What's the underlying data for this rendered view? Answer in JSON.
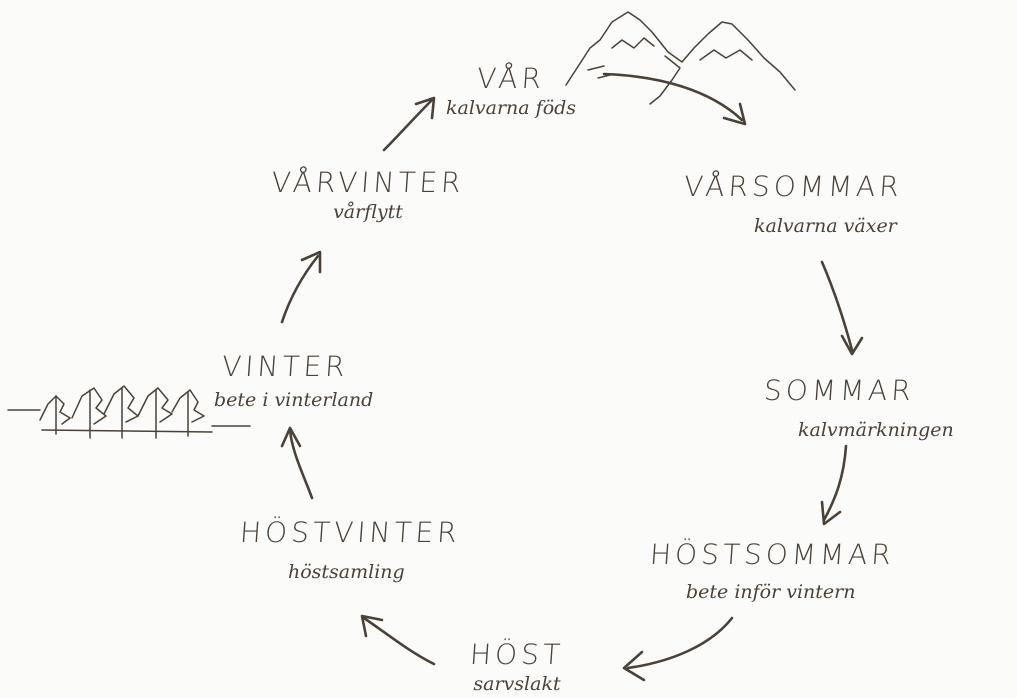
{
  "stages": [
    {
      "name": "VÅR",
      "sub": "kalvarna föds"
    },
    {
      "name": "VÅRSOMMAR",
      "sub": "kalvarna växer"
    },
    {
      "name": "SOMMAR",
      "sub": "kalvmärkningen"
    },
    {
      "name": "HÖSTSOMMAR",
      "sub": "bete inför vintern"
    },
    {
      "name": "HÖST",
      "sub": "sarvslakt"
    },
    {
      "name": "HÖSTVINTER",
      "sub": "höstsamling"
    },
    {
      "name": "VINTER",
      "sub": "bete i vinterland"
    },
    {
      "name": "VÅRVINTER",
      "sub": "vårflytt"
    }
  ],
  "icons": [
    "mountains-icon",
    "forest-icon"
  ],
  "colors": {
    "ink": "#4a4238",
    "paper": "#fbfbf9"
  }
}
